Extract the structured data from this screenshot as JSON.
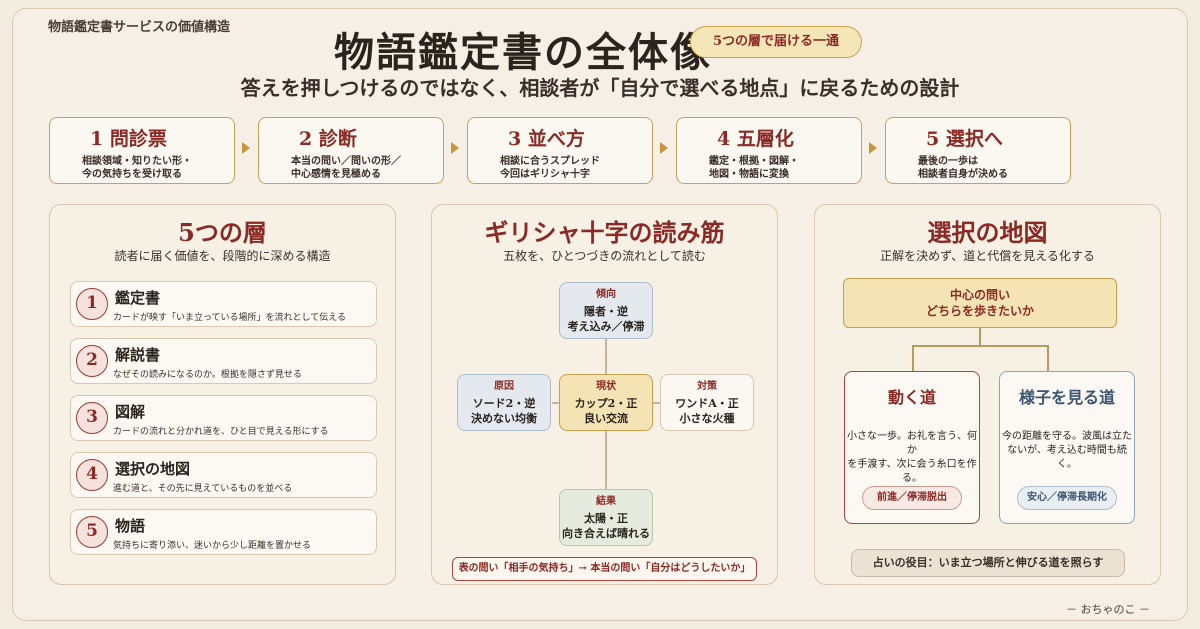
{
  "header": {
    "corner_label": "物語鑑定書サービスの価値構造",
    "title": "物語鑑定書の全体像",
    "badge": "5つの層で届ける一通",
    "subtitle": "答えを押しつけるのではなく、相談者が「自分で選べる地点」に戻るための設計"
  },
  "steps": [
    {
      "title": "1 問診票",
      "desc1": "相談領域・知りたい形・",
      "desc2": "今の気持ちを受け取る"
    },
    {
      "title": "2 診断",
      "desc1": "本当の問い／問いの形／",
      "desc2": "中心感情を見極める"
    },
    {
      "title": "3 並べ方",
      "desc1": "相談に合うスプレッド",
      "desc2": "今回はギリシャ十字"
    },
    {
      "title": "4 五層化",
      "desc1": "鑑定・根拠・図解・",
      "desc2": "地図・物語に変換"
    },
    {
      "title": "5 選択へ",
      "desc1": "最後の一歩は",
      "desc2": "相談者自身が決める"
    }
  ],
  "layers_panel": {
    "title": "5つの層",
    "subtitle": "読者に届く価値を、段階的に深める構造",
    "items": [
      {
        "num": "1",
        "name": "鑑定書",
        "desc": "カードが映す「いま立っている場所」を流れとして伝える"
      },
      {
        "num": "2",
        "name": "解説書",
        "desc": "なぜその読みになるのか。根拠を隠さず見せる"
      },
      {
        "num": "3",
        "name": "図解",
        "desc": "カードの流れと分かれ道を、ひと目で見える形にする"
      },
      {
        "num": "4",
        "name": "選択の地図",
        "desc": "進む道と、その先に見えているものを並べる"
      },
      {
        "num": "5",
        "name": "物語",
        "desc": "気持ちに寄り添い、迷いから少し距離を置かせる"
      }
    ]
  },
  "cross_panel": {
    "title": "ギリシャ十字の読み筋",
    "subtitle": "五枚を、ひとつづきの流れとして読む",
    "top": {
      "label": "傾向",
      "line1": "隠者・逆",
      "line2": "考え込み／停滞"
    },
    "left": {
      "label": "原因",
      "line1": "ソード2・逆",
      "line2": "決めない均衡"
    },
    "center": {
      "label": "現状",
      "line1": "カップ2・正",
      "line2": "良い交流"
    },
    "right": {
      "label": "対策",
      "line1": "ワンドA・正",
      "line2": "小さな火種"
    },
    "bottom": {
      "label": "結果",
      "line1": "太陽・正",
      "line2": "向き合えば晴れる"
    },
    "note": "表の問い「相手の気持ち」→ 本当の問い「自分はどうしたいか」"
  },
  "map_panel": {
    "title": "選択の地図",
    "subtitle": "正解を決めず、道と代償を見える化する",
    "center_q1": "中心の問い",
    "center_q2": "どちらを歩きたいか",
    "path_a": {
      "title": "動く道",
      "desc1": "小さな一歩。お礼を言う、何か",
      "desc2": "を手渡す、次に会う糸口を作る。",
      "badge": "前進／停滞脱出"
    },
    "path_b": {
      "title": "様子を見る道",
      "desc1": "今の距離を守る。波風は立た",
      "desc2": "ないが、考え込む時間も続く。",
      "badge": "安心／停滞長期化"
    },
    "role_note": "占いの役目：いま立つ場所と伸びる道を照らす"
  },
  "signature": "－ おちゃのこ －",
  "colors": {
    "accent_red": "#8b2a24",
    "gold": "#c9a04f",
    "background": "#f3ece1",
    "blue": "#8da3bb"
  }
}
